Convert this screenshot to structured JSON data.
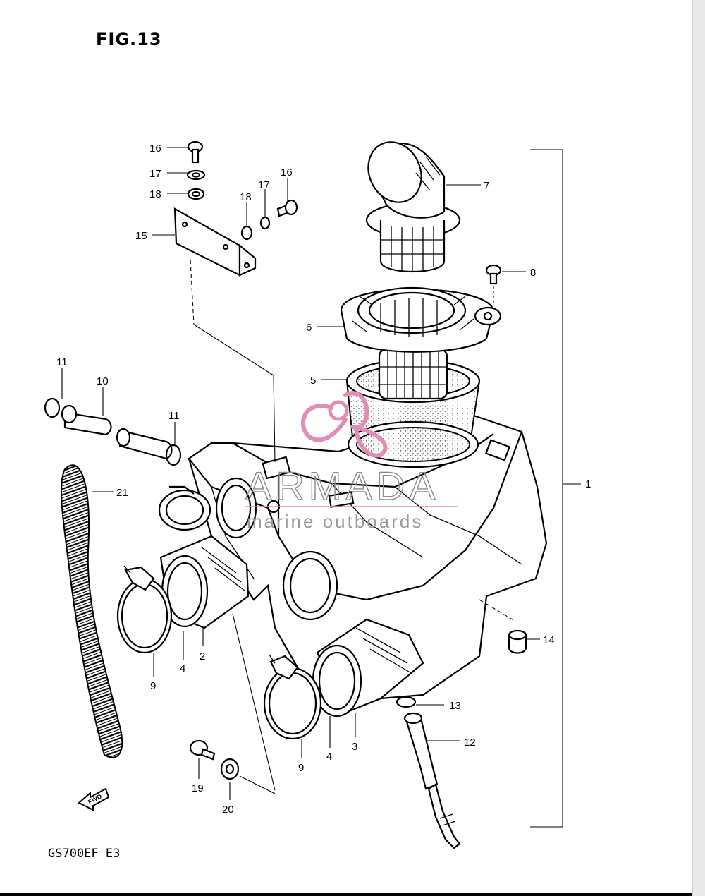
{
  "figure_title": "FIG.13",
  "model_code": "GS700EF  E3",
  "watermark": {
    "brand": "ARMADA",
    "tagline": "marine outboards",
    "brand_color": "#e58bb8"
  },
  "fwd_arrow_label": "FWD",
  "labels": {
    "l1": "1",
    "l2": "2",
    "l3": "3",
    "l4a": "4",
    "l4b": "4",
    "l5": "5",
    "l6": "6",
    "l7": "7",
    "l8": "8",
    "l9a": "9",
    "l9b": "9",
    "l10": "10",
    "l11a": "11",
    "l11b": "11",
    "l12": "12",
    "l13": "13",
    "l14": "14",
    "l15": "15",
    "l16a": "16",
    "l16b": "16",
    "l17a": "17",
    "l17b": "17",
    "l18a": "18",
    "l18b": "18",
    "l19": "19",
    "l20": "20",
    "l21": "21"
  }
}
